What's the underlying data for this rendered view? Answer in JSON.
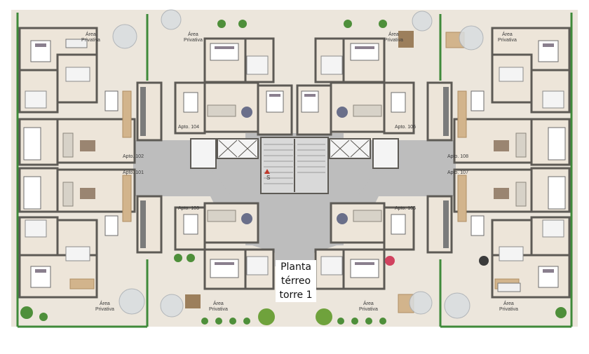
{
  "colors": {
    "wall": "#5d5a55",
    "floor": "#ede5d9",
    "corridor": "#bdbdbd",
    "wood": "#d2b48c",
    "grass": "#7fae4f"
  },
  "plan": {
    "apartments": [
      {
        "label": "Apto. 104"
      },
      {
        "label": "Apto. 106"
      },
      {
        "label": "Apto. 102"
      },
      {
        "label": "Apto. 108"
      },
      {
        "label": "Apto. 101"
      },
      {
        "label": "Apto. 107"
      },
      {
        "label": "Apto. 103"
      },
      {
        "label": "Apto. 105"
      }
    ],
    "private_areas": {
      "line1": "Área",
      "line2": "Privativa"
    },
    "stair_marker": "S",
    "caption": [
      "Planta",
      "térreo",
      "torre 1"
    ]
  }
}
